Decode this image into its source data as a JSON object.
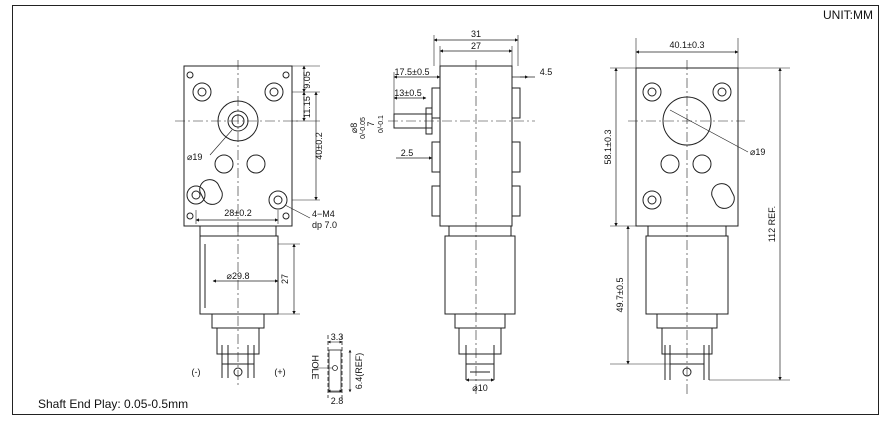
{
  "header": {
    "unit": "UNIT:MM"
  },
  "footer": {
    "note": "Shaft End Play: 0.05-0.5mm"
  },
  "front_view": {
    "dims": {
      "top_9_05": "9.05",
      "mid_11_15": "11.15",
      "h_40": "40±0.2",
      "d19": "⌀19",
      "w28": "28±0.2",
      "m4": "4−M4",
      "dp": "dp 7.0",
      "d29_8": "⌀29.8",
      "h27": "27",
      "neg": "(-)",
      "pos": "(+)"
    }
  },
  "terminal_detail": {
    "dims": {
      "w3_3": "3.3",
      "hole": "HOLE",
      "ref": "6.4(REF)",
      "w2_8": "2.8"
    }
  },
  "side_view": {
    "dims": {
      "w31": "31",
      "w27": "27",
      "w17_5": "17.5±0.5",
      "w4_5": "4.5",
      "w13": "13±0.5",
      "shaft_d": "⌀8",
      "shaft_tol": "0/-0.05",
      "flat": "7",
      "flat_tol": "0/-0.1",
      "w2_5": "2.5",
      "d10": "⌀10"
    }
  },
  "back_view": {
    "dims": {
      "w40_1": "40.1±0.3",
      "h58_1": "58.1±0.3",
      "d19": "⌀19",
      "h49_7": "49.7±0.5",
      "ref112": "112 REF."
    }
  }
}
